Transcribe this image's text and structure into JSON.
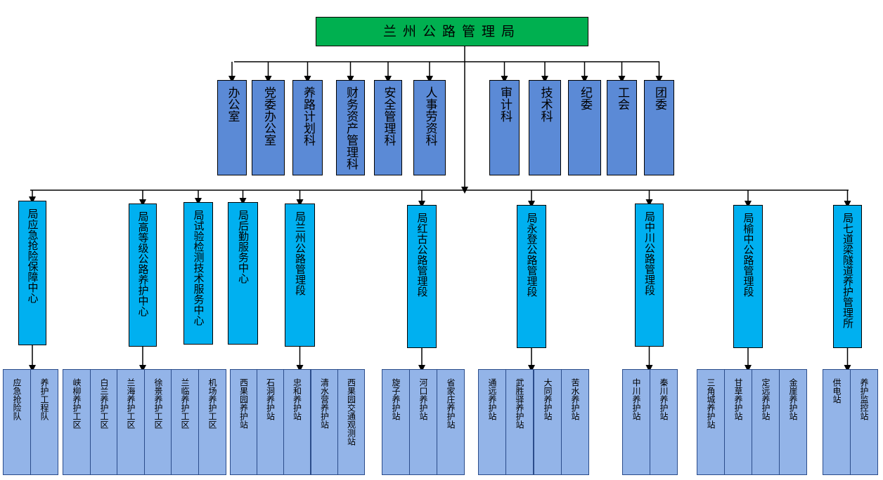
{
  "title": "兰州公路管理局",
  "colors": {
    "title_fill": "#00b050",
    "dept_fill": "#5b8ad6",
    "unit_fill": "#00b0f0",
    "station_fill": "#93b4e8",
    "line": "#000000"
  },
  "departments": [
    "办公室",
    "党委办公室",
    "养路计划科",
    "财务资产管理科",
    "安全管理科",
    "人事劳资科",
    "审计科",
    "技术科",
    "纪委",
    "工会",
    "团委"
  ],
  "units": [
    {
      "name": "局应急抢险保障中心",
      "stations": [
        "应急抢险队",
        "养护工程队"
      ]
    },
    {
      "name": "局高等级公路养护中心",
      "stations": [
        "峡柳养护工区",
        "白兰养护工区",
        "兰海养护工区",
        "徐景养护工区",
        "兰临养护工区",
        "机场养护工区"
      ]
    },
    {
      "name": "局试验检测技术服务中心",
      "stations": []
    },
    {
      "name": "局后勤服务中心",
      "stations": []
    },
    {
      "name": "局兰州公路管理段",
      "stations": [
        "西果园养护站",
        "石洞养护站",
        "忠和养护站",
        "清水营养护站",
        "西果园交通观测站"
      ]
    },
    {
      "name": "局红古公路管理段",
      "stations": [
        "旋子养护站",
        "河口养护站",
        "省家庄养护站"
      ]
    },
    {
      "name": "局永登公路管理段",
      "stations": [
        "通远养护站",
        "武胜驿养护站",
        "大同养护站",
        "苦水养护站"
      ]
    },
    {
      "name": "局中川公路管理段",
      "stations": [
        "中川养护站",
        "秦川养护站"
      ]
    },
    {
      "name": "局榆中公路管理段",
      "stations": [
        "三角城养护站",
        "甘草养护站",
        "定远养护站",
        "金崖养护站"
      ]
    },
    {
      "name": "局七道梁隧道养护管理所",
      "stations": [
        "供电站",
        "养护监控站"
      ]
    }
  ]
}
